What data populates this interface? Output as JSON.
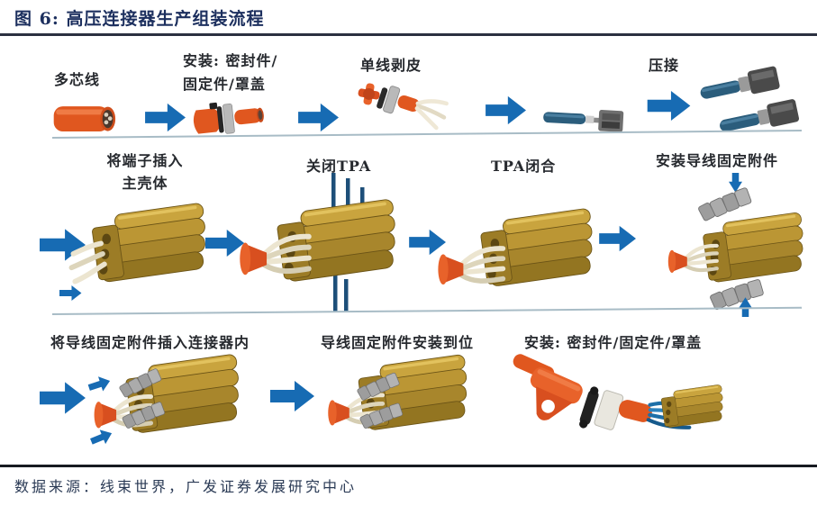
{
  "header": {
    "title": "图 6: 高压连接器生产组装流程"
  },
  "rows": {
    "row1": {
      "step1_label": "多芯线",
      "step2_label_line1": "安装: 密封件/",
      "step2_label_line2": "固定件/罩盖",
      "step3_label": "单线剥皮",
      "step4_label": "压接"
    },
    "row2": {
      "step1_label_line1": "将端子插入",
      "step1_label_line2": "主壳体",
      "step2_label": "关闭TPA",
      "step3_label": "TPA闭合",
      "step4_label": "安装导线固定附件"
    },
    "row3": {
      "step1_label": "将导线固定附件插入连接器内",
      "step2_label": "导线固定附件安装到位",
      "step3_label": "安装: 密封件/固定件/罩盖"
    }
  },
  "footer": {
    "source": "数据来源：线束世界，广发证券发展研究中心"
  },
  "colors": {
    "title_navy": "#1c2f5e",
    "rule_dark": "#2b3040",
    "arrow_blue": "#176bb3",
    "tpa_pin_blue": "#1d4f79",
    "cable_orange": "#e0571f",
    "connector_brass": "#b8912f",
    "accessory_gray": "#a6a6a6",
    "wire_ivory": "#ece5d0",
    "wire_blue": "#1d6fa8",
    "separator_gray": "#a8bcc6",
    "label_text": "#26292e"
  }
}
